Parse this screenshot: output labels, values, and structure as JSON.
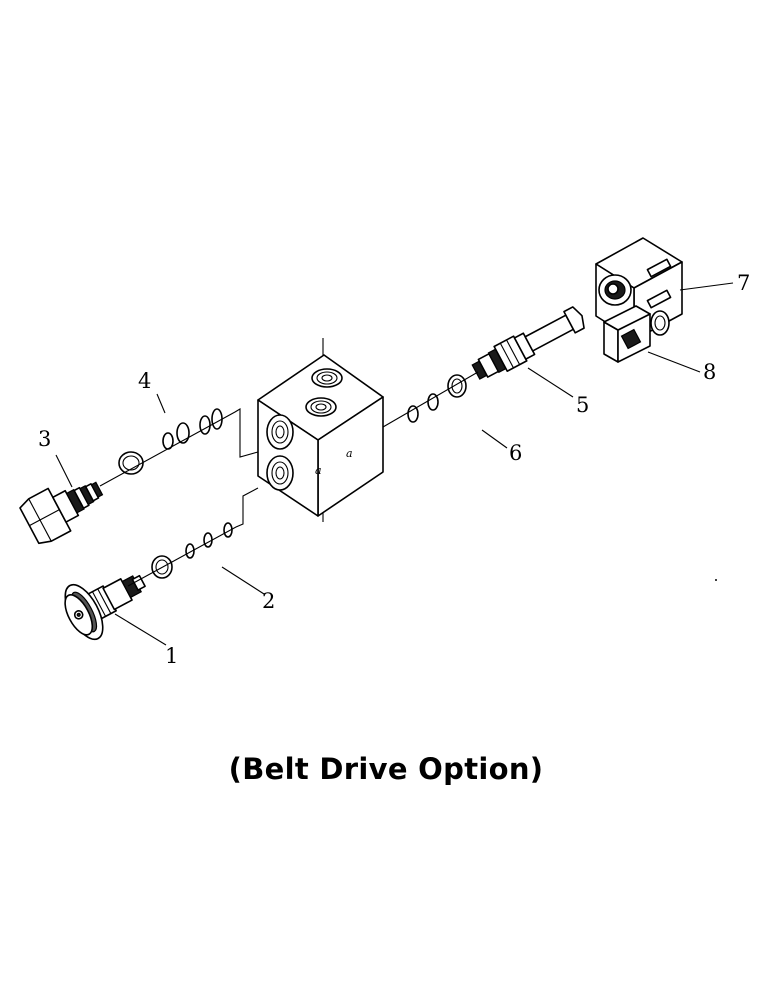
{
  "caption": "(Belt Drive Option)",
  "callouts": [
    "1",
    "2",
    "3",
    "4",
    "5",
    "6",
    "7",
    "8"
  ],
  "port_marks": [
    "a",
    "a"
  ]
}
